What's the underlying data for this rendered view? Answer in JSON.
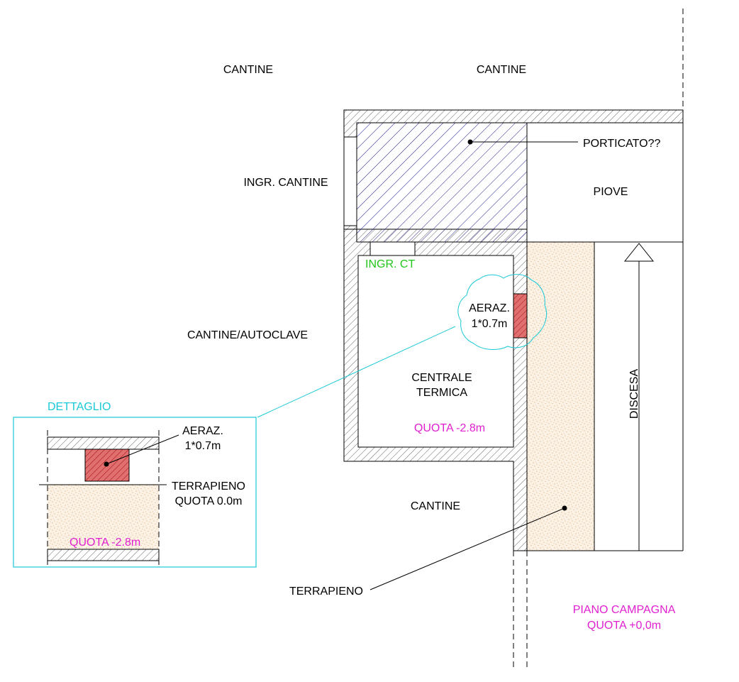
{
  "labels": {
    "cantine_left": "CANTINE",
    "cantine_right": "CANTINE",
    "ingr_cantine": "INGR. CANTINE",
    "porticato": "PORTICATO??",
    "piove": "PIOVE",
    "ingr_ct": "INGR. CT",
    "aeraz_line1": "AERAZ.",
    "aeraz_line2": "1*0.7m",
    "cantine_autoclave": "CANTINE/AUTOCLAVE",
    "centrale_line1": "CENTRALE",
    "centrale_line2": "TERMICA",
    "quota_ct": "QUOTA -2.8m",
    "discesa": "DISCESA",
    "dettaglio": "DETTAGLIO",
    "det_aeraz_line1": "AERAZ.",
    "det_aeraz_line2": "1*0.7m",
    "det_terrapieno_line1": "TERRAPIENO",
    "det_terrapieno_line2": "QUOTA 0.0m",
    "det_quota": "QUOTA -2.8m",
    "cantine_bottom": "CANTINE",
    "terrapieno": "TERRAPIENO",
    "piano_line1": "PIANO CAMPAGNA",
    "piano_line2": "QUOTA +0,0m"
  },
  "colors": {
    "line": "#000000",
    "wall_hatch": "#555555",
    "porticato_hatch": "#1a1a8c",
    "vent_fill": "#e07070",
    "vent_hatch": "#a00000",
    "earth_fill": "#fbf1e4",
    "earth_dots": "#c8843a",
    "cyan": "#19c9d6",
    "magenta": "#e020d0",
    "green": "#22c51a"
  }
}
